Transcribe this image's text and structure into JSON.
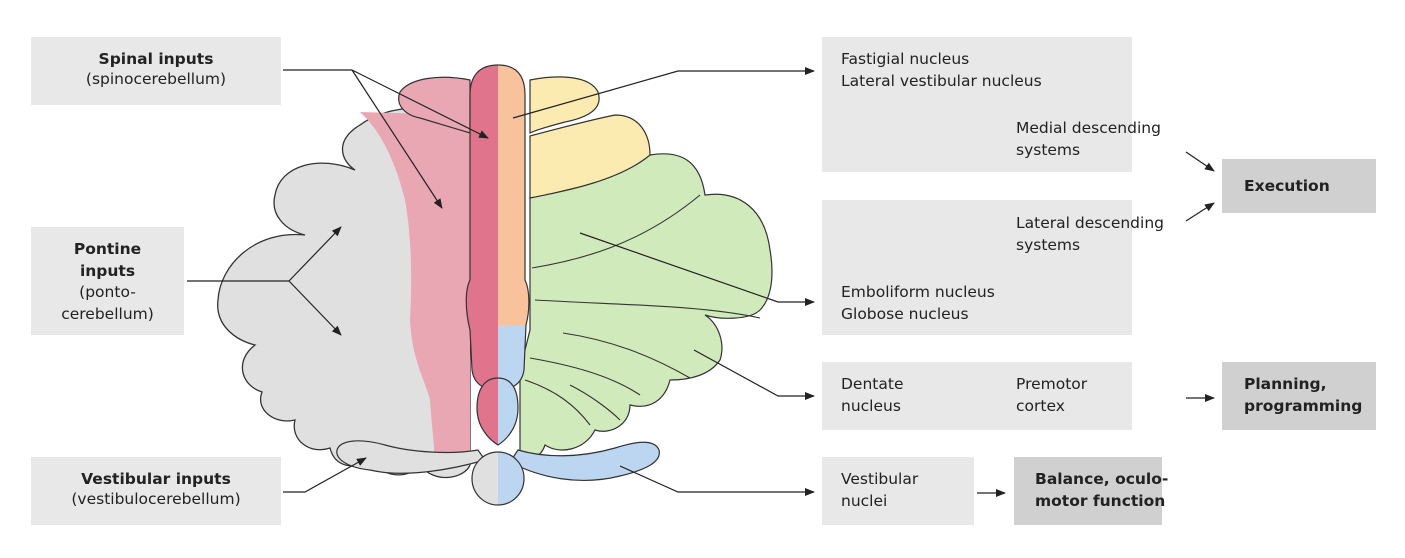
{
  "inputs": {
    "spinal": {
      "title": "Spinal inputs",
      "subtitle": "(spinocerebellum)"
    },
    "pontine": {
      "title_line1": "Pontine",
      "title_line2": "inputs",
      "subtitle_line1": "(ponto-",
      "subtitle_line2": "cerebellum)"
    },
    "vestibular": {
      "title": "Vestibular inputs",
      "subtitle": "(vestibulocerebellum)"
    }
  },
  "outputs": {
    "fastigial": {
      "line1": "Fastigial nucleus",
      "line2": "Lateral vestibular nucleus",
      "target_line1": "Medial descending",
      "target_line2": "systems"
    },
    "interposed": {
      "target_line1": "Lateral descending",
      "target_line2": "systems",
      "line1": "Emboliform nucleus",
      "line2": "Globose nucleus"
    },
    "dentate": {
      "line1": "Dentate",
      "line2": "nucleus",
      "target_line1": "Premotor",
      "target_line2": "cortex"
    },
    "vestibular_nuclei": {
      "line1": "Vestibular",
      "line2": "nuclei"
    }
  },
  "functions": {
    "execution": "Execution",
    "planning_line1": "Planning,",
    "planning_line2": "programming",
    "balance_line1": "Balance, oculo-",
    "balance_line2": "motor function"
  },
  "colors": {
    "vermis_left": "#df748c",
    "vermis_right": "#f8c39c",
    "paravermis_left": "#e9a7b3",
    "paravermis_right": "#fcebb0",
    "lateral_left": "#e1e0e1",
    "lateral_right": "#d0eabc",
    "flocculonodular": "#bcd5f0",
    "box_light": "#e8e8e8",
    "box_dark": "#d1d0d1",
    "outline": "#333333"
  }
}
